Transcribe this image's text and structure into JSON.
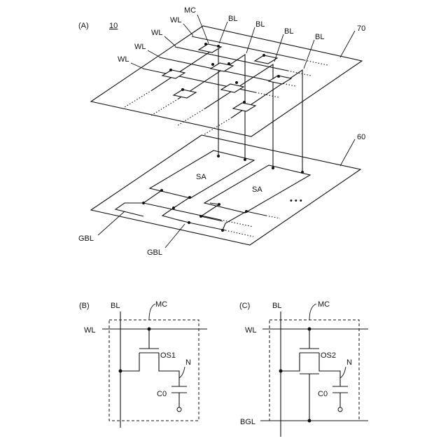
{
  "panel_a": {
    "label": "(A)",
    "ref": "10",
    "layer_top": "70",
    "layer_bottom": "60",
    "mc": "MC",
    "bl": [
      "BL",
      "BL",
      "BL",
      "BL"
    ],
    "wl": [
      "WL",
      "WL",
      "WL",
      "WL"
    ],
    "sa": [
      "SA",
      "SA"
    ],
    "ellipsis": "• • •",
    "gbl": [
      "GBL",
      "GBL"
    ]
  },
  "panel_b": {
    "label": "(B)",
    "bl": "BL",
    "mc": "MC",
    "wl": "WL",
    "transistor": "OS1",
    "node": "N",
    "cap": "C0"
  },
  "panel_c": {
    "label": "(C)",
    "bl": "BL",
    "mc": "MC",
    "wl": "WL",
    "transistor": "OS2",
    "node": "N",
    "cap": "C0",
    "bgl": "BGL"
  }
}
